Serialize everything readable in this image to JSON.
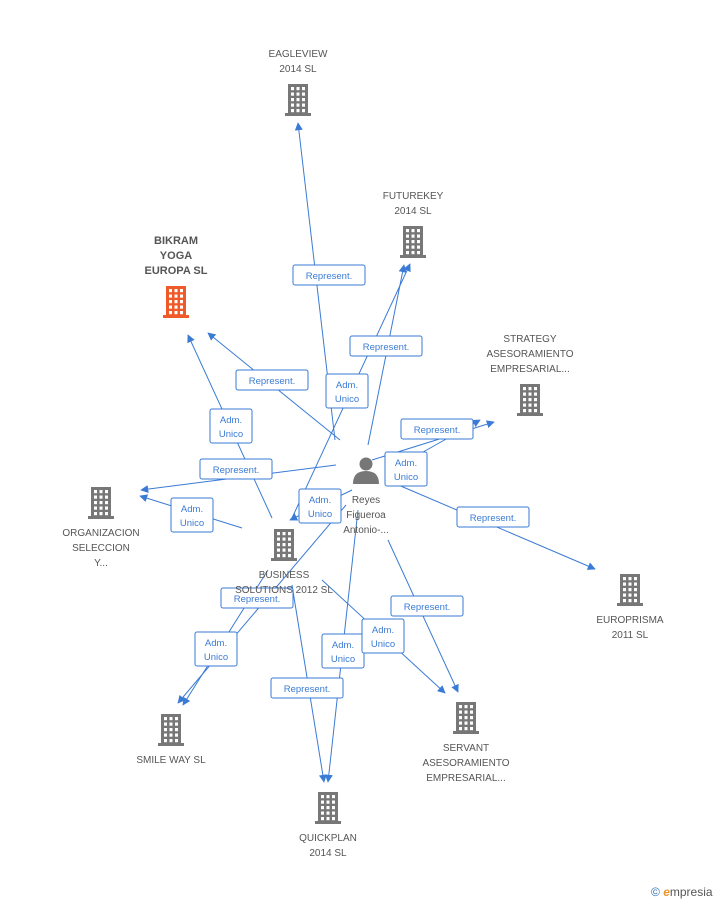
{
  "colors": {
    "edge": "#3a7bd5",
    "company": "#777777",
    "highlight": "#f05a28",
    "person": "#777777"
  },
  "person": {
    "id": "p",
    "lines": [
      "Reyes",
      "Figueroa",
      "Antonio-..."
    ],
    "icon": "person-icon"
  },
  "companies": [
    {
      "id": "eagleview",
      "lines": [
        "EAGLEVIEW",
        "2014  SL"
      ],
      "highlight": false,
      "label_pos": "above"
    },
    {
      "id": "futurekey",
      "lines": [
        "FUTUREKEY",
        "2014  SL"
      ],
      "highlight": false,
      "label_pos": "above"
    },
    {
      "id": "bikram",
      "lines": [
        "BIKRAM",
        "YOGA",
        "EUROPA SL"
      ],
      "highlight": true,
      "label_pos": "above"
    },
    {
      "id": "strategy",
      "lines": [
        "STRATEGY",
        "ASESORAMIENTO",
        "EMPRESARIAL..."
      ],
      "highlight": false,
      "label_pos": "above"
    },
    {
      "id": "organizacion",
      "lines": [
        "ORGANIZACION",
        "SELECCION",
        "Y..."
      ],
      "highlight": false,
      "label_pos": "below"
    },
    {
      "id": "business",
      "lines": [
        "BUSINESS",
        "SOLUTIONS 2012 SL"
      ],
      "highlight": false,
      "label_pos": "below"
    },
    {
      "id": "europrisma",
      "lines": [
        "EUROPRISMA",
        "2011 SL"
      ],
      "highlight": false,
      "label_pos": "below"
    },
    {
      "id": "smileway",
      "lines": [
        "SMILE WAY  SL"
      ],
      "highlight": false,
      "label_pos": "below"
    },
    {
      "id": "servant",
      "lines": [
        "SERVANT",
        "ASESORAMIENTO",
        "EMPRESARIAL..."
      ],
      "highlight": false,
      "label_pos": "below"
    },
    {
      "id": "quickplan",
      "lines": [
        "QUICKPLAN",
        "2014  SL"
      ],
      "highlight": false,
      "label_pos": "below"
    }
  ],
  "edges": [
    {
      "from": "p",
      "to": "eagleview",
      "label": "Represent."
    },
    {
      "from": "p",
      "to": "futurekey",
      "label": "Represent."
    },
    {
      "from": "business",
      "to": "futurekey",
      "label": "Adm. Unico"
    },
    {
      "from": "p",
      "to": "bikram",
      "label": "Represent."
    },
    {
      "from": "business",
      "to": "bikram",
      "label": "Adm. Unico"
    },
    {
      "from": "p",
      "to": "strategy",
      "label": "Represent."
    },
    {
      "from": "p",
      "to": "strategy",
      "label": "Adm. Unico"
    },
    {
      "from": "p",
      "to": "organizacion",
      "label": "Represent."
    },
    {
      "from": "business",
      "to": "organizacion",
      "label": "Adm. Unico"
    },
    {
      "from": "p",
      "to": "europrisma",
      "label": "Represent."
    },
    {
      "from": "p",
      "to": "smileway",
      "label": "Represent."
    },
    {
      "from": "business",
      "to": "smileway",
      "label": "Adm. Unico"
    },
    {
      "from": "p",
      "to": "servant",
      "label": "Represent."
    },
    {
      "from": "business",
      "to": "servant",
      "label": "Adm. Unico"
    },
    {
      "from": "p",
      "to": "quickplan",
      "label": "Represent."
    },
    {
      "from": "business",
      "to": "quickplan",
      "label": "Adm. Unico"
    },
    {
      "from": "p",
      "to": "business",
      "label": "Adm. Unico"
    }
  ],
  "brand": {
    "copyright": "©",
    "name_first": "e",
    "name_rest": "mpresia"
  }
}
